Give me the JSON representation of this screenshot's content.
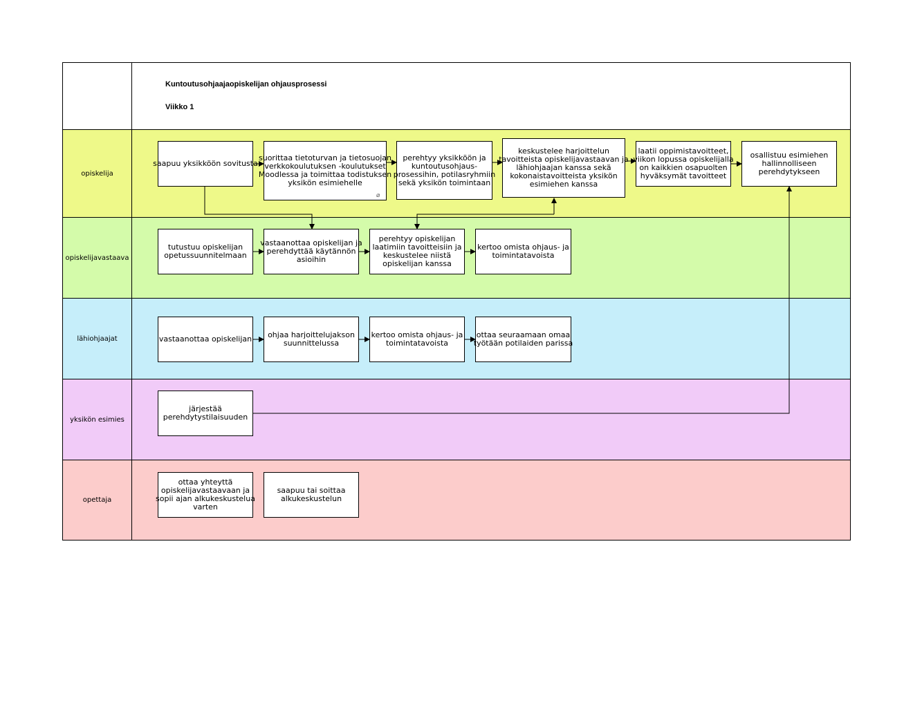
{
  "header": {
    "title": "Kuntoutusohjaajaopiskelijan ohjausprosessi",
    "week": "Viikko 1"
  },
  "colors": {
    "opiskelija": "#eef989",
    "opiskelijavastaava": "#d4fbaa",
    "lahiohjaajat": "#c6eefa",
    "yksikon_esimies": "#f1cbf8",
    "opettaja": "#fccccb"
  },
  "lanes": [
    {
      "label": "opiskelija"
    },
    {
      "label": "opiskelijavastaava"
    },
    {
      "label": "lähiohjaajat"
    },
    {
      "label": "yksikön esimies"
    },
    {
      "label": "opettaja"
    }
  ],
  "boxes": {
    "o1": "saapuu yksikköön sovitusta",
    "o2": "suorittaa tietoturvan ja tietosuojan verkkokoulutuksen -koulutukset Moodlessa ja toimittaa todistuksen yksikön esimiehelle",
    "o3": "perehtyy yksikköön ja kuntoutusohjaus-prosessihin, potilasryhmiin sekä yksikön toimintaan",
    "o4": "keskustelee harjoittelun tavoitteista opiskelijavastaavan ja lähiohjaajan kanssa sekä kokonaistavoitteista yksikön esimiehen kanssa",
    "o5": "laatii oppimistavoitteet, viikon lopussa opiskelijalla on kaikkien osapuolten hyväksymät tavoitteet",
    "o6": "osallistuu esimiehen hallinnolliseen perehdytykseen",
    "v1": "tutustuu opiskelijan opetussuunnitelmaan",
    "v2": "vastaanottaa opiskelijan ja perehdyttää käytännön asioihin",
    "v3": "perehtyy opiskelijan laatimiin tavoitteisiin ja keskustelee niistä opiskelijan kanssa",
    "v4": "kertoo omista ohjaus- ja toimintatavoista",
    "l1": "vastaanottaa opiskelijan",
    "l2": "ohjaa harjoittelujakson suunnittelussa",
    "l3": "kertoo omista ohjaus- ja toimintatavoista",
    "l4": "ottaa seuraamaan omaa työtään potilaiden parissa",
    "e1": "järjestää perehdytystilaisuuden",
    "t1": "ottaa yhteyttä opiskelijavastaavaan ja sopii ajan alkukeskustelua varten",
    "t2": "saapuu tai soittaa alkukeskustelun"
  }
}
